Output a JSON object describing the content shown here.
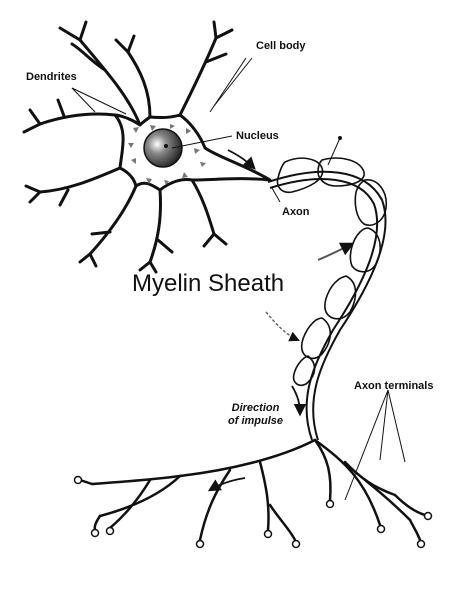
{
  "labels": {
    "dendrites": "Dendrites",
    "cell_body": "Cell body",
    "nucleus": "Nucleus",
    "axon": "Axon",
    "myelin_sheath": "Myelin Sheath",
    "direction_line1": "Direction",
    "direction_line2": "of impulse",
    "axon_terminals": "Axon terminals"
  },
  "colors": {
    "ink": "#111111",
    "background": "#ffffff",
    "arrow_fill": "#777777"
  }
}
